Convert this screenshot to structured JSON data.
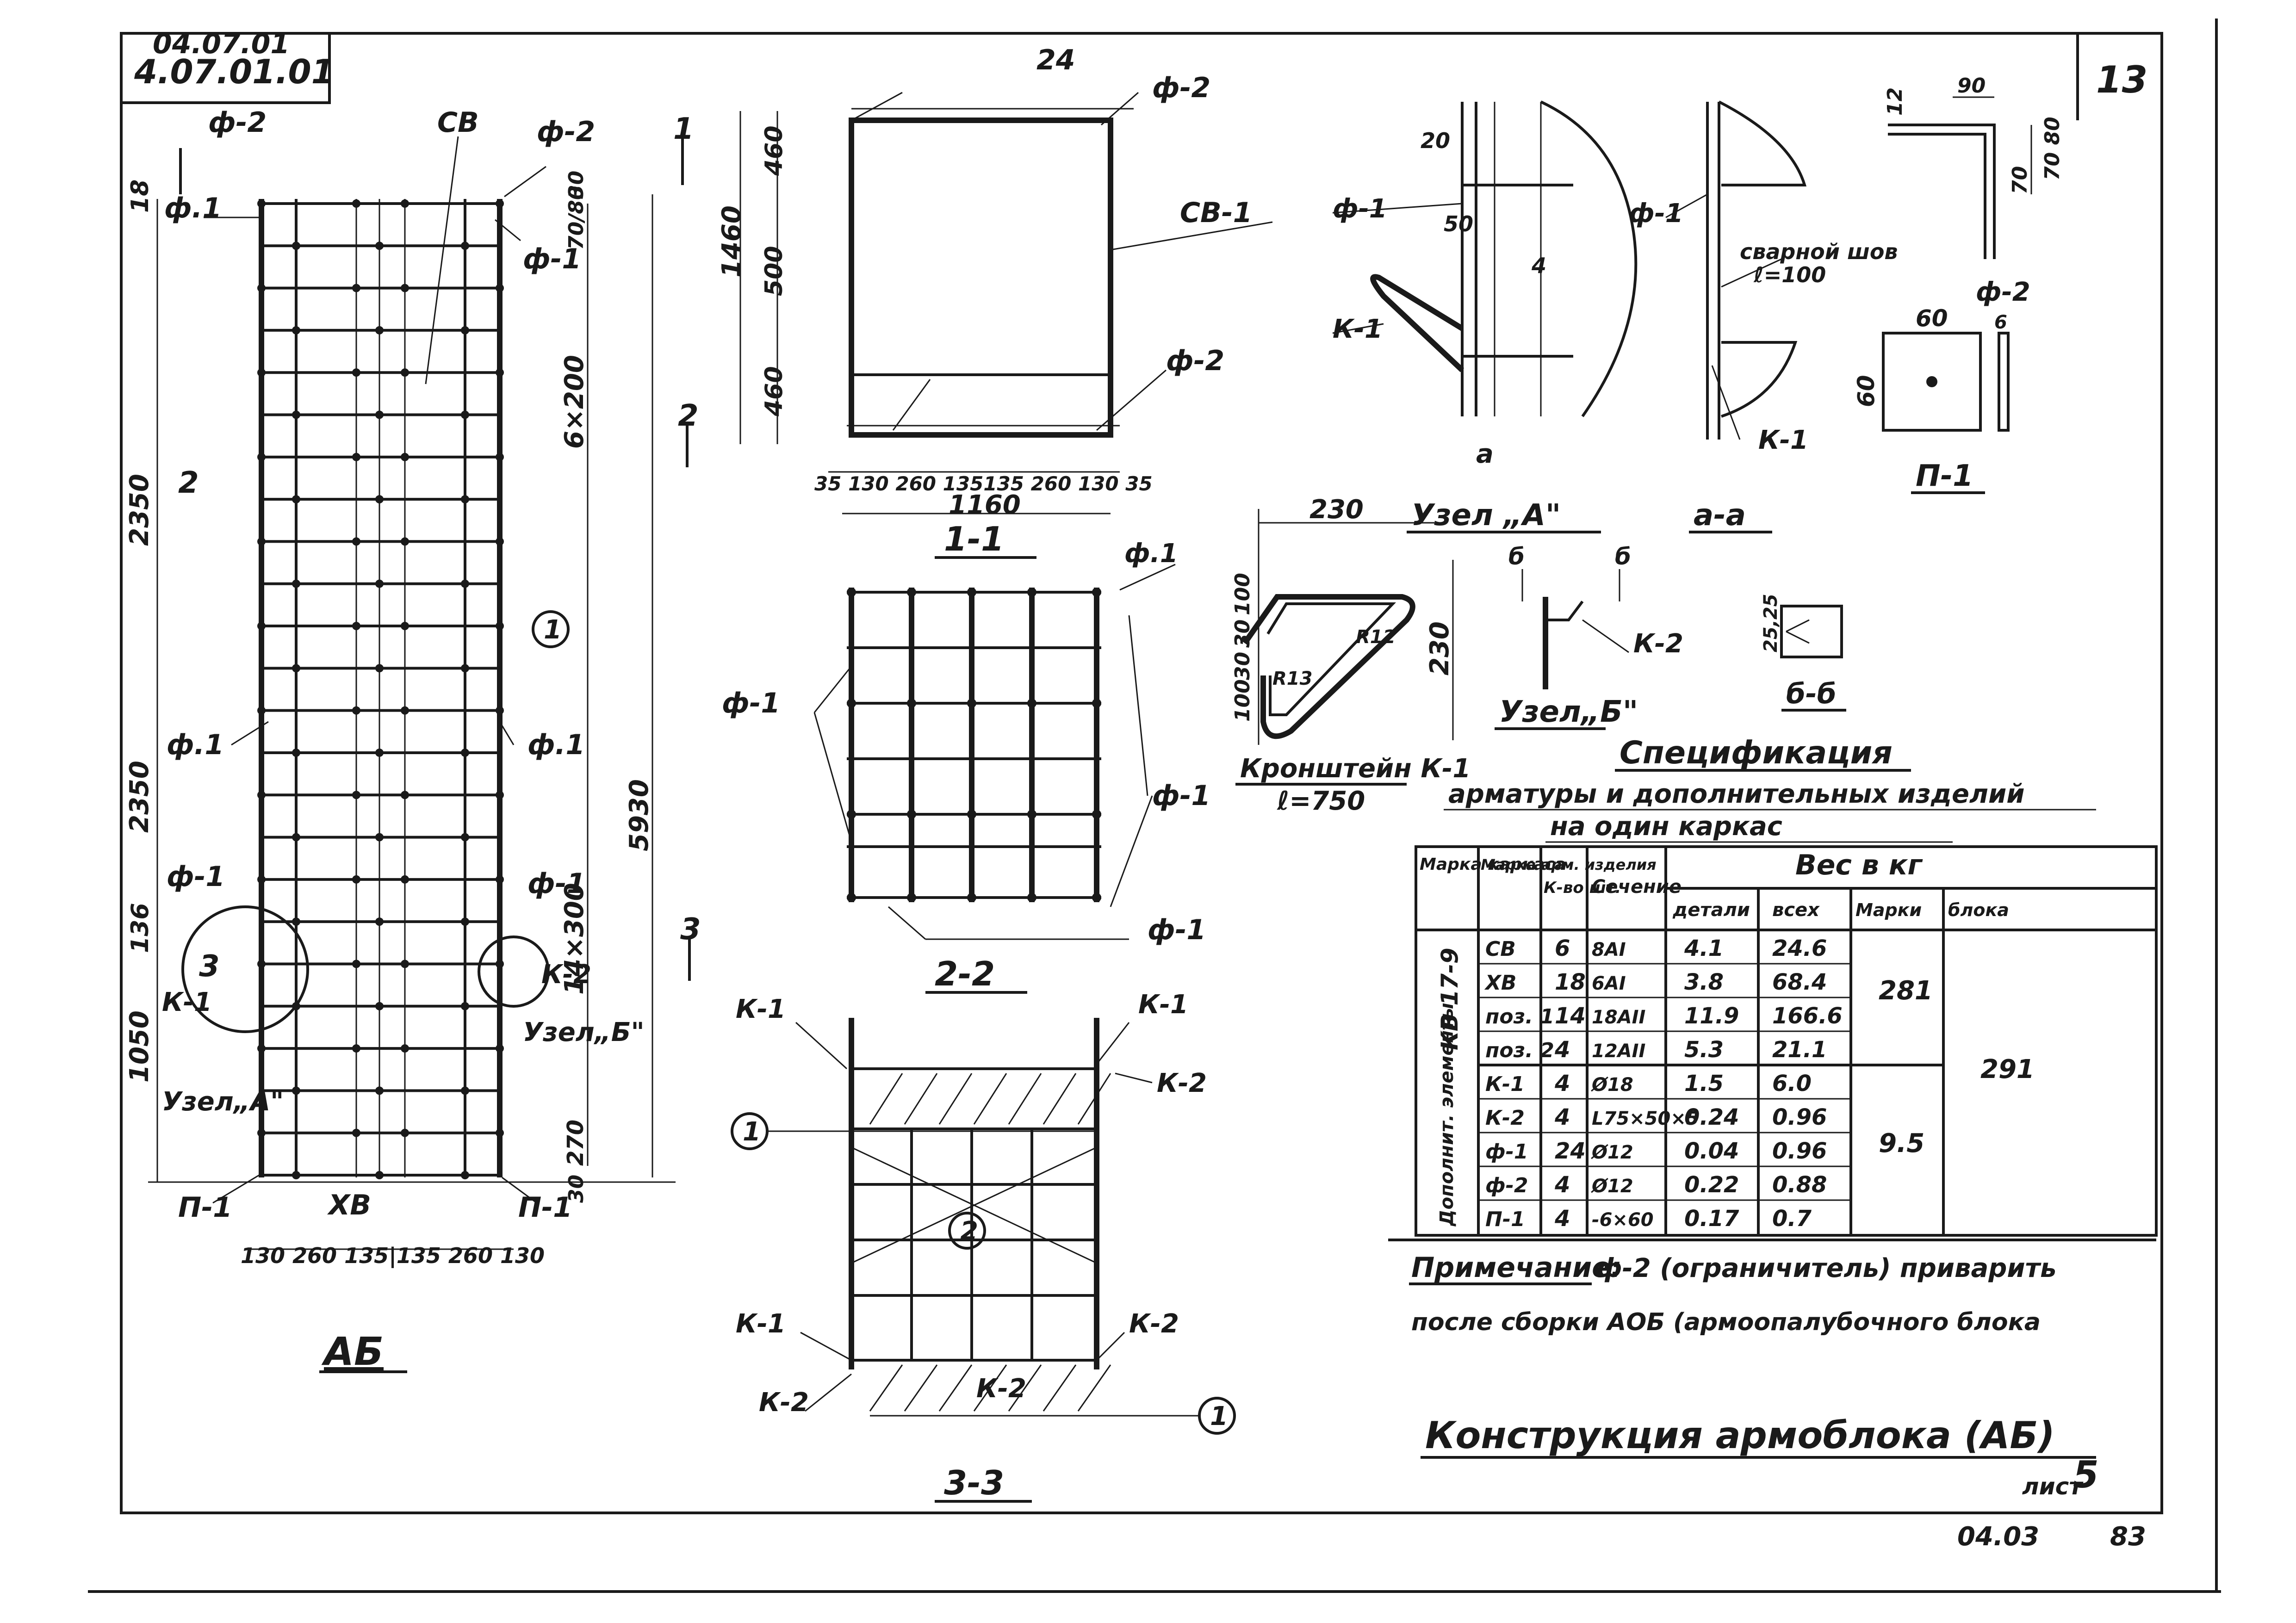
{
  "sheet": {
    "corner_code_top": "04.07.01",
    "corner_code": "4.07.01.01",
    "sheet_number": "13",
    "top_count": "24",
    "sheet_label": "лист",
    "sheet_index": "5",
    "date_code": "04.03",
    "date_year": "83"
  },
  "elevation": {
    "view_title": "АБ",
    "labels": {
      "f2_top_left": "ф-2",
      "f2_top_right": "ф-2",
      "cb": "СВ",
      "f1_top_left": "ф.1",
      "f1_top_right": "ф-1",
      "f1_mid_left": "ф.1",
      "f1_mid_right": "ф.1",
      "f1_low_left": "ф-1",
      "f1_low_right": "ф-1",
      "k1": "К-1",
      "k2": "К-2",
      "node_a": "Узел„А\"",
      "node_b": "Узел„Б\"",
      "n3": "3",
      "p1_left": "П-1",
      "p1_right": "П-1",
      "xb": "ХВ",
      "cut1": "1",
      "cut2": "2",
      "cut3": "3",
      "cut2_left": "2",
      "callout_1": "1"
    },
    "dims": {
      "d18": "18",
      "d2350a": "2350",
      "d2350b": "2350",
      "d136": "136",
      "d1050": "1050",
      "d30": "30",
      "d7080": "70/80",
      "d6x200": "6×200",
      "d14x300": "14×300",
      "d5930": "5930",
      "d270": "270",
      "d30b": "30",
      "bottom": "130  260 135|135 260 130"
    }
  },
  "section_1_1": {
    "title": "1-1",
    "labels": {
      "f2_top": "ф-2",
      "cb1": "СВ-1",
      "f2_mid": "ф-2"
    },
    "dims": {
      "d460a": "460",
      "d500": "500",
      "d460b": "460",
      "d1460": "1460",
      "bottom": "35 130  260 135135 260 130 35",
      "total": "1160"
    }
  },
  "section_2_2": {
    "title": "2-2",
    "labels": {
      "f1_tr": "ф.1",
      "f1_left": "ф-1",
      "f1_right": "ф-1",
      "f1_br": "ф-1"
    }
  },
  "section_3_3": {
    "title": "3-3",
    "labels": {
      "k1_tl": "К-1",
      "k1_tr": "К-1",
      "k2_tr": "К-2",
      "c1": "1",
      "c2": "2",
      "k1_bl": "К-1",
      "k2_br": "К-2",
      "k2_bl": "К-2",
      "k2_mid": "К-2",
      "c1b": "1"
    }
  },
  "node_a": {
    "title": "Узел „А\"",
    "labels": {
      "f1": "ф-1",
      "d20": "20",
      "d50": "50",
      "d4": "4",
      "k1": "К-1",
      "a_mark": "а"
    }
  },
  "section_a_a": {
    "title": "а-а",
    "labels": {
      "f1": "ф-1",
      "weld": "сварной шов",
      "weld_len": "ℓ=100",
      "k1": "К-1"
    }
  },
  "plate_p1": {
    "title": "П-1",
    "labels": {
      "d90": "90",
      "d12": "12",
      "d7080": "70 80",
      "d70": "70",
      "d60a": "60",
      "d60b": "60",
      "f2": "ф-2",
      "d6": "6"
    }
  },
  "bracket_k1": {
    "title": "Кронштейн К-1",
    "length": "ℓ=750",
    "dims": {
      "d230_top": "230",
      "d230_right": "230",
      "d100a": "100",
      "d30a": "30",
      "d100b": "100",
      "d30b": "30",
      "r12": "R12",
      "r13": "R13"
    }
  },
  "node_b": {
    "title": "Узел„Б\"",
    "labels": {
      "b1": "б",
      "b2": "б",
      "k2": "К-2",
      "d25": "25,25",
      "bb": "б-б"
    }
  },
  "spec": {
    "title": "Спецификация",
    "subtitle_1": "арматуры и дополнительных изделий",
    "subtitle_2": "на один каркас",
    "headers": {
      "mark_frame": "Марка каркаса",
      "mark_rebar": "Марка арм. изделия",
      "count": "К-во шт.",
      "section": "Сечение",
      "weight": "Вес в кг",
      "w_detail": "детали",
      "w_total": "всех",
      "w_mark": "Марки",
      "w_block": "блока"
    },
    "group_1": "КВ 17-9",
    "group_2": "Дополнит. элементы",
    "rows": [
      {
        "mark": "СВ",
        "count": "6",
        "section": "8АI",
        "w_detail": "4.1",
        "w_total": "24.6"
      },
      {
        "mark": "ХВ",
        "count": "18",
        "section": "6АI",
        "w_detail": "3.8",
        "w_total": "68.4"
      },
      {
        "mark": "поз. 1",
        "count": "14",
        "section": "18АII",
        "w_detail": "11.9",
        "w_total": "166.6"
      },
      {
        "mark": "поз. 2",
        "count": "4",
        "section": "12АII",
        "w_detail": "5.3",
        "w_total": "21.1"
      },
      {
        "mark": "К-1",
        "count": "4",
        "section": "Ø18",
        "w_detail": "1.5",
        "w_total": "6.0"
      },
      {
        "mark": "К-2",
        "count": "4",
        "section": "L75×50×5",
        "w_detail": "0.24",
        "w_total": "0.96"
      },
      {
        "mark": "ф-1",
        "count": "24",
        "section": "Ø12",
        "w_detail": "0.04",
        "w_total": "0.96"
      },
      {
        "mark": "ф-2",
        "count": "4",
        "section": "Ø12",
        "w_detail": "0.22",
        "w_total": "0.88"
      },
      {
        "mark": "П-1",
        "count": "4",
        "section": "-6×60",
        "w_detail": "0.17",
        "w_total": "0.7"
      }
    ],
    "mark_weight_1": "281",
    "mark_weight_2": "9.5",
    "block_weight": "291"
  },
  "note": {
    "label": "Примечание:",
    "text_1": "ф-2 (ограничитель) приварить",
    "text_2": "после сборки АОБ (армоопалубочного блока"
  },
  "title_block": {
    "title": "Конструкция армоблока    (АБ)"
  }
}
